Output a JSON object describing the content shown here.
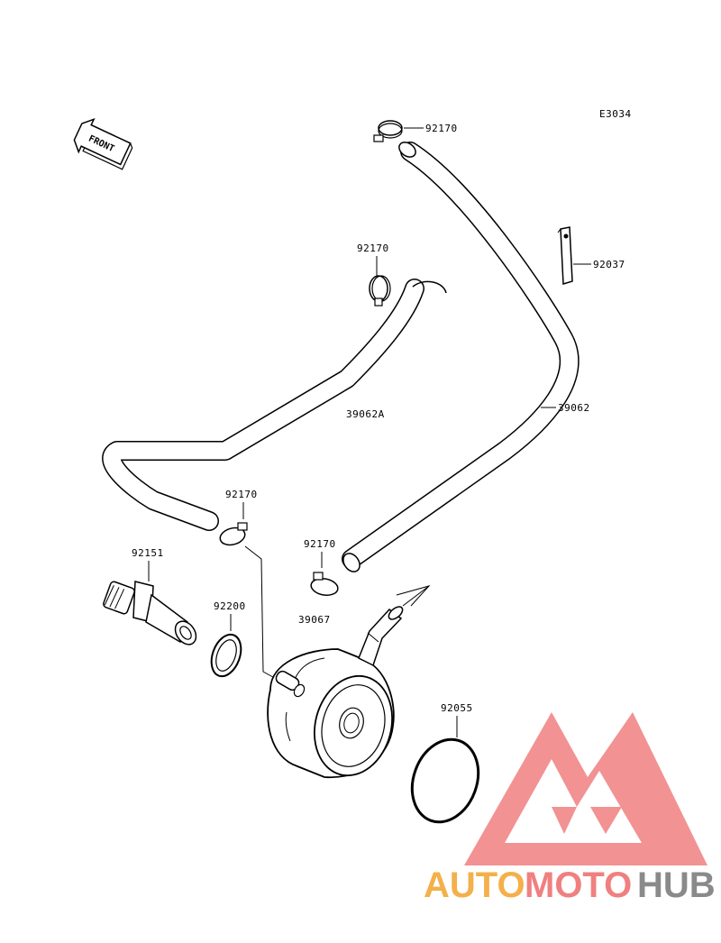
{
  "diagram_code": "E3034",
  "front_label": "FRONT",
  "parts": {
    "clamp_top": "92170",
    "bracket": "92037",
    "clamp_mid": "92170",
    "hose_a": "39062A",
    "hose_b": "39062",
    "clamp_left": "92170",
    "clamp_right": "92170",
    "pipe": "39067",
    "bolt": "92151",
    "gasket": "92200",
    "oring": "92055"
  },
  "watermark": {
    "part1": "AUTO",
    "part2": "MOTO",
    "part3": "HUB"
  },
  "colors": {
    "line": "#000000",
    "logo_fill": "#f08080",
    "logo_orange": "#f4b04a",
    "logo_gray": "#8a8a8a"
  }
}
